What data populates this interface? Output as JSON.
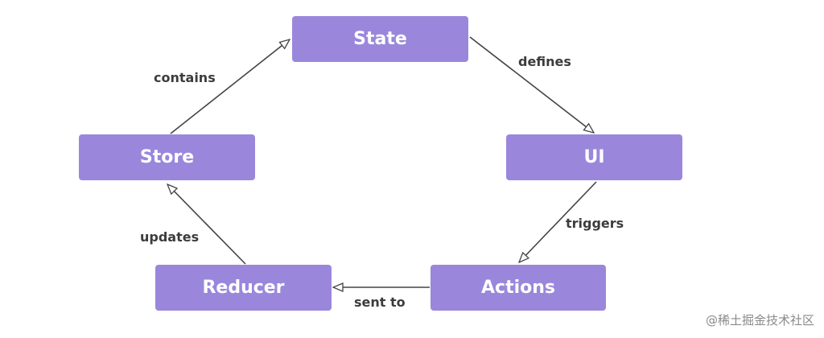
{
  "diagram": {
    "nodes": {
      "state": "State",
      "ui": "UI",
      "actions": "Actions",
      "reducer": "Reducer",
      "store": "Store"
    },
    "edges": {
      "defines": "defines",
      "triggers": "triggers",
      "sent_to": "sent to",
      "updates": "updates",
      "contains": "contains"
    },
    "colors": {
      "node_fill": "#9a87dc",
      "node_text": "#ffffff",
      "edge": "#444444",
      "label": "#3c3c3c"
    }
  },
  "watermark": "@稀土掘金技术社区"
}
